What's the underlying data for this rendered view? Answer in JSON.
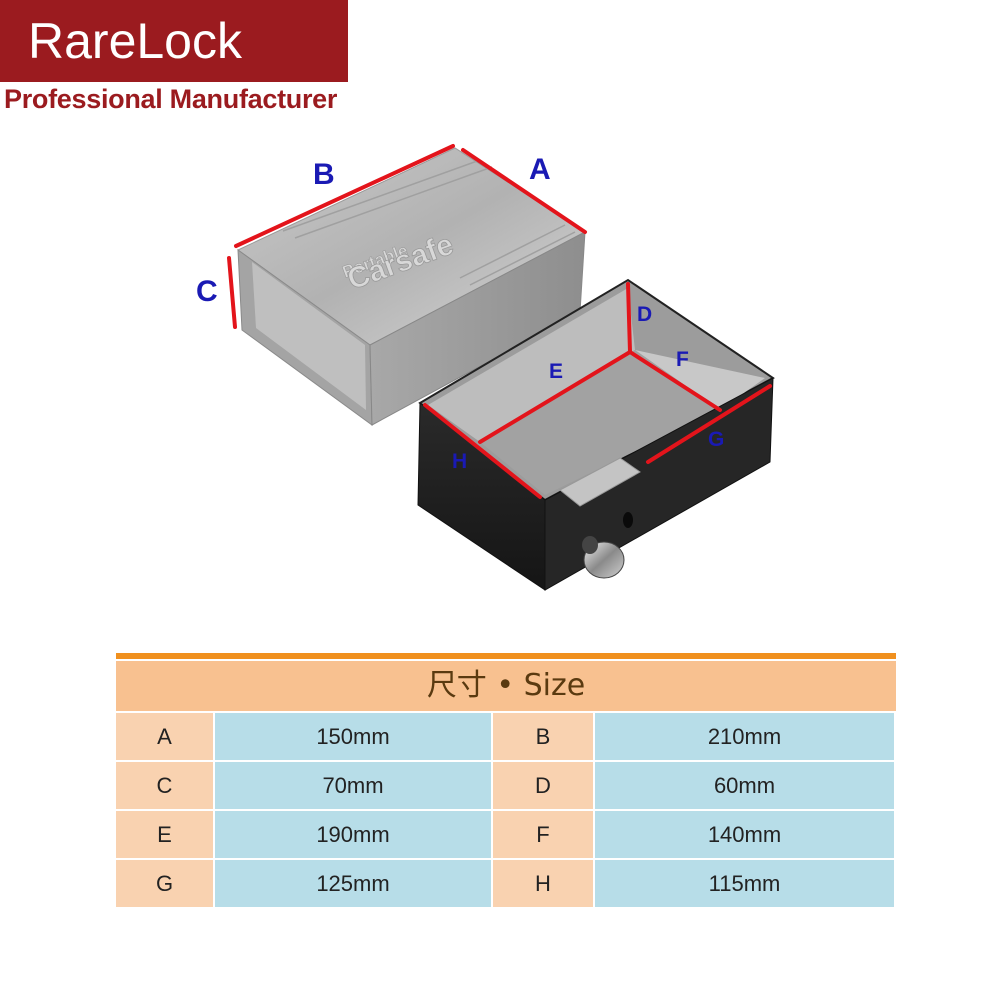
{
  "brand": {
    "name": "RareLock",
    "tagline": "Professional Manufacturer"
  },
  "product": {
    "lid_text_line1": "Portable",
    "lid_text_line2": "Carsafe"
  },
  "dimension_labels": [
    "A",
    "B",
    "C",
    "D",
    "E",
    "F",
    "G",
    "H"
  ],
  "table": {
    "title": "尺寸 • Size",
    "rows": [
      [
        {
          "k": "A",
          "v": "150mm"
        },
        {
          "k": "B",
          "v": "210mm"
        }
      ],
      [
        {
          "k": "C",
          "v": "70mm"
        },
        {
          "k": "D",
          "v": "60mm"
        }
      ],
      [
        {
          "k": "E",
          "v": "190mm"
        },
        {
          "k": "F",
          "v": "140mm"
        }
      ],
      [
        {
          "k": "G",
          "v": "125mm"
        },
        {
          "k": "H",
          "v": "115mm"
        }
      ]
    ]
  },
  "colors": {
    "brand": "#9b1b1f",
    "table_accent": "#f0901e",
    "table_header": "#f8c190",
    "key_cell": "#f9d2b0",
    "value_cell": "#b7dde8",
    "dimension_line": "#e3141b",
    "dimension_label": "#1a1ab4"
  }
}
